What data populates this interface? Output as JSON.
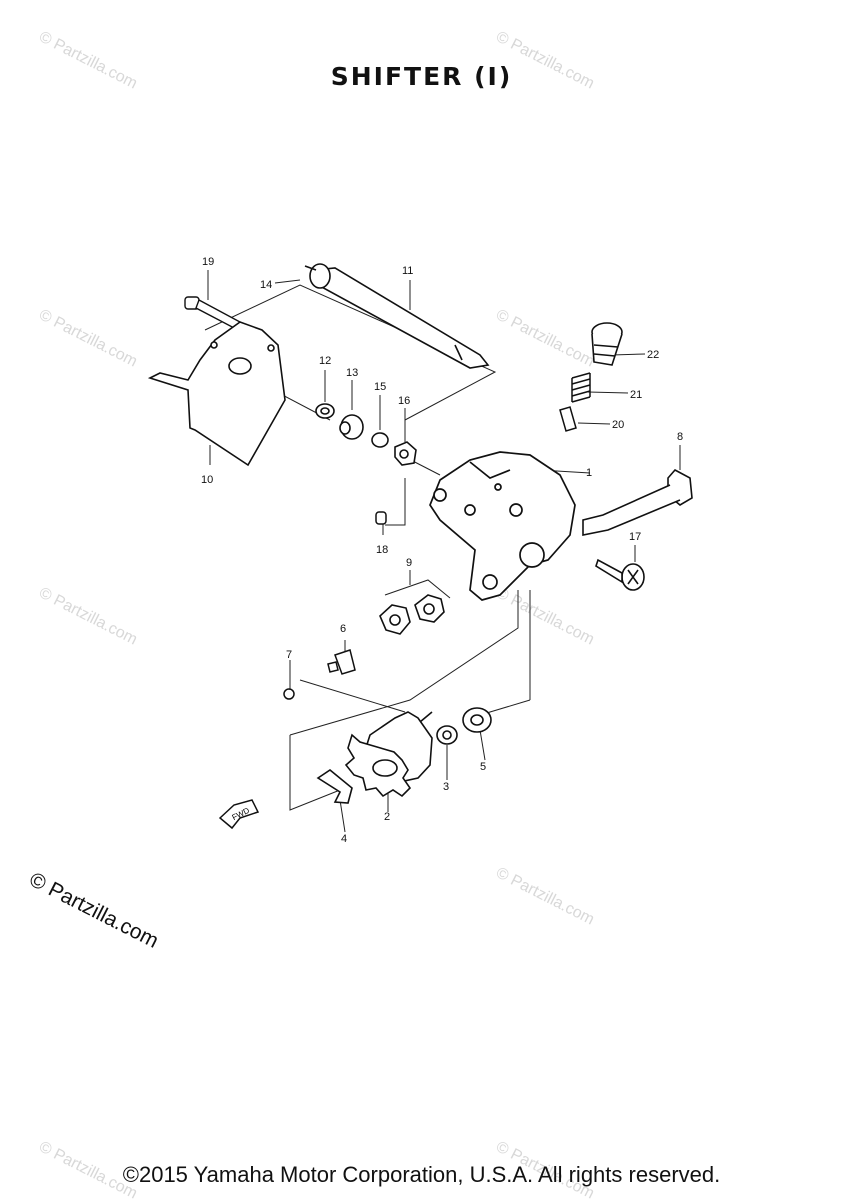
{
  "title": "SHIFTER (I)",
  "watermark": "© Partzilla.com",
  "copyright_stamp": "© Partzilla.com",
  "footer": "©2015 Yamaha Motor Corporation, U.S.A. All rights reserved.",
  "fwd_label": "FWD",
  "parts": [
    "1",
    "2",
    "3",
    "4",
    "5",
    "6",
    "7",
    "8",
    "9",
    "10",
    "11",
    "12",
    "13",
    "14",
    "15",
    "16",
    "17",
    "18",
    "19",
    "20",
    "21",
    "22"
  ]
}
